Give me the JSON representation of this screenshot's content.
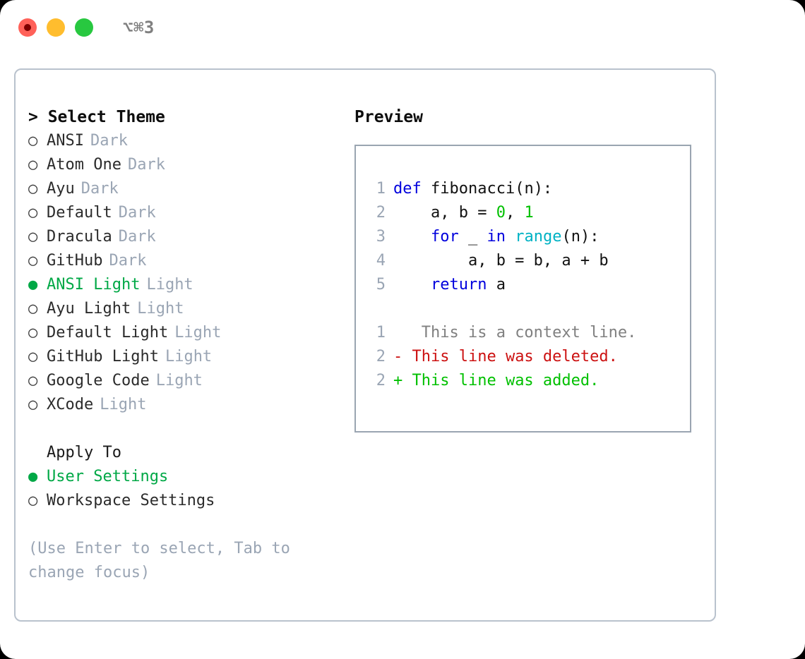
{
  "window": {
    "shortcut": "⌥⌘3",
    "traffic_lights": [
      {
        "name": "close-dot",
        "color": "#ff6159",
        "inner_color": "#7d0000"
      },
      {
        "name": "minimize-dot",
        "color": "#ffbd2e"
      },
      {
        "name": "maximize-dot",
        "color": "#28c840"
      }
    ]
  },
  "theme_picker": {
    "heading": "> Select Theme",
    "options": [
      {
        "bullet": "○",
        "name": "ANSI",
        "kind": "Dark",
        "selected": false
      },
      {
        "bullet": "○",
        "name": "Atom One",
        "kind": "Dark",
        "selected": false
      },
      {
        "bullet": "○",
        "name": "Ayu",
        "kind": "Dark",
        "selected": false
      },
      {
        "bullet": "○",
        "name": "Default",
        "kind": "Dark",
        "selected": false
      },
      {
        "bullet": "○",
        "name": "Dracula",
        "kind": "Dark",
        "selected": false
      },
      {
        "bullet": "○",
        "name": "GitHub",
        "kind": "Dark",
        "selected": false
      },
      {
        "bullet": "●",
        "name": "ANSI Light",
        "kind": "Light",
        "selected": true
      },
      {
        "bullet": "○",
        "name": "Ayu Light",
        "kind": "Light",
        "selected": false
      },
      {
        "bullet": "○",
        "name": "Default Light",
        "kind": "Light",
        "selected": false
      },
      {
        "bullet": "○",
        "name": "GitHub Light",
        "kind": "Light",
        "selected": false
      },
      {
        "bullet": "○",
        "name": "Google Code",
        "kind": "Light",
        "selected": false
      },
      {
        "bullet": "○",
        "name": "XCode",
        "kind": "Light",
        "selected": false
      }
    ]
  },
  "apply_to": {
    "heading": "Apply To",
    "options": [
      {
        "bullet": "●",
        "name": "User Settings",
        "selected": true
      },
      {
        "bullet": "○",
        "name": "Workspace Settings",
        "selected": false
      }
    ]
  },
  "hint": "(Use Enter to select, Tab to change focus)",
  "preview": {
    "title": "Preview",
    "code_lines": [
      {
        "number": "1",
        "tokens": [
          {
            "t": "def",
            "c": "kw"
          },
          {
            "t": " fibonacci(n):",
            "c": "pln"
          }
        ]
      },
      {
        "number": "2",
        "tokens": [
          {
            "t": "    a, b = ",
            "c": "pln"
          },
          {
            "t": "0",
            "c": "num"
          },
          {
            "t": ", ",
            "c": "pln"
          },
          {
            "t": "1",
            "c": "num"
          }
        ]
      },
      {
        "number": "3",
        "tokens": [
          {
            "t": "    ",
            "c": "pln"
          },
          {
            "t": "for",
            "c": "kw"
          },
          {
            "t": " _ ",
            "c": "pln"
          },
          {
            "t": "in",
            "c": "kw"
          },
          {
            "t": " ",
            "c": "pln"
          },
          {
            "t": "range",
            "c": "fn"
          },
          {
            "t": "(n):",
            "c": "pln"
          }
        ]
      },
      {
        "number": "4",
        "tokens": [
          {
            "t": "        a, b = b, a + b",
            "c": "pln"
          }
        ]
      },
      {
        "number": "5",
        "tokens": [
          {
            "t": "    ",
            "c": "pln"
          },
          {
            "t": "return",
            "c": "kw"
          },
          {
            "t": " a",
            "c": "pln"
          }
        ]
      }
    ],
    "diff_lines": [
      {
        "number": "1",
        "marker": " ",
        "text": "  This is a context line.",
        "c": "ctx"
      },
      {
        "number": "2",
        "marker": "-",
        "text": " This line was deleted.",
        "c": "del"
      },
      {
        "number": "2",
        "marker": "+",
        "text": " This line was added.",
        "c": "add"
      }
    ]
  },
  "colors": {
    "accent_green": "#00a846",
    "muted_gray": "#9aa5b4",
    "keyword_blue": "#0000dd",
    "function_cyan": "#00b2c4",
    "number_green": "#00c000",
    "diff_deleted_red": "#cc1111",
    "diff_added_green": "#00c000",
    "card_border": "#b9c2cd",
    "preview_border": "#9aa5b1"
  }
}
